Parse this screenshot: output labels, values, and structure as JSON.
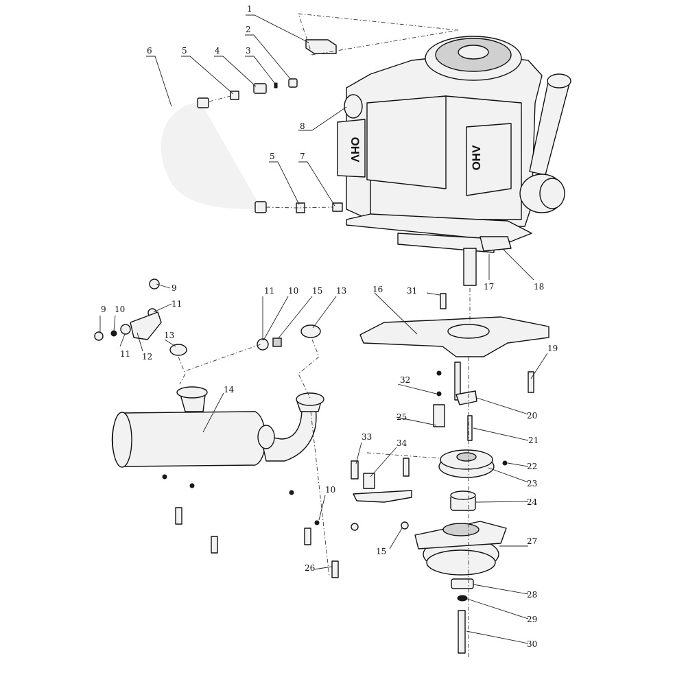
{
  "engine_logo_text": "OHV",
  "callouts": [
    {
      "id": "c1",
      "label": "1"
    },
    {
      "id": "c2",
      "label": "2"
    },
    {
      "id": "c3",
      "label": "3"
    },
    {
      "id": "c4",
      "label": "4"
    },
    {
      "id": "c5a",
      "label": "5"
    },
    {
      "id": "c6",
      "label": "6"
    },
    {
      "id": "c8",
      "label": "8"
    },
    {
      "id": "c5b",
      "label": "5"
    },
    {
      "id": "c7",
      "label": "7"
    },
    {
      "id": "c17",
      "label": "17"
    },
    {
      "id": "c18",
      "label": "18"
    },
    {
      "id": "c9a",
      "label": "9"
    },
    {
      "id": "c11a",
      "label": "11"
    },
    {
      "id": "c9b",
      "label": "9"
    },
    {
      "id": "c10a",
      "label": "10"
    },
    {
      "id": "c11b",
      "label": "11"
    },
    {
      "id": "c12",
      "label": "12"
    },
    {
      "id": "c13a",
      "label": "13"
    },
    {
      "id": "c11c",
      "label": "11"
    },
    {
      "id": "c10b",
      "label": "10"
    },
    {
      "id": "c15a",
      "label": "15"
    },
    {
      "id": "c13b",
      "label": "13"
    },
    {
      "id": "c31",
      "label": "31"
    },
    {
      "id": "c16",
      "label": "16"
    },
    {
      "id": "c19",
      "label": "19"
    },
    {
      "id": "c14",
      "label": "14"
    },
    {
      "id": "c32",
      "label": "32"
    },
    {
      "id": "c20",
      "label": "20"
    },
    {
      "id": "c25",
      "label": "25"
    },
    {
      "id": "c21",
      "label": "21"
    },
    {
      "id": "c33",
      "label": "33"
    },
    {
      "id": "c34",
      "label": "34"
    },
    {
      "id": "c22",
      "label": "22"
    },
    {
      "id": "c23",
      "label": "23"
    },
    {
      "id": "c10c",
      "label": "10"
    },
    {
      "id": "c24",
      "label": "24"
    },
    {
      "id": "c27",
      "label": "27"
    },
    {
      "id": "c15b",
      "label": "15"
    },
    {
      "id": "c26",
      "label": "26"
    },
    {
      "id": "c28",
      "label": "28"
    },
    {
      "id": "c29",
      "label": "29"
    },
    {
      "id": "c30",
      "label": "30"
    }
  ]
}
